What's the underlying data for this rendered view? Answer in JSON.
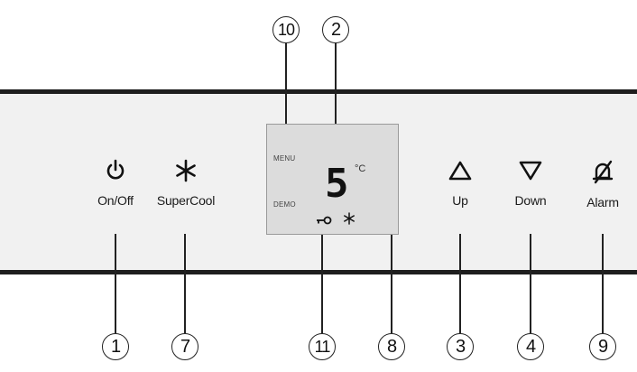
{
  "buttons": {
    "onoff": {
      "label": "On/Off",
      "icon": "power-icon"
    },
    "supercool": {
      "label": "SuperCool",
      "icon": "snowflake-icon"
    },
    "up": {
      "label": "Up",
      "icon": "triangle-up-icon"
    },
    "down": {
      "label": "Down",
      "icon": "triangle-down-icon"
    },
    "alarm": {
      "label": "Alarm",
      "icon": "alarm-off-icon"
    }
  },
  "display": {
    "menu_label": "MENU",
    "demo_label": "DEMO",
    "temperature": "5",
    "unit": "°C",
    "icons": [
      "key-icon",
      "snowflake-icon"
    ]
  },
  "callouts": {
    "c1": "1",
    "c2": "2",
    "c3": "3",
    "c4": "4",
    "c7": "7",
    "c8": "8",
    "c9": "9",
    "c10": "10",
    "c11": "11"
  },
  "colors": {
    "panel": "#f1f1f1",
    "rail": "#1e1e1e",
    "display": "#dcdcdc",
    "ink": "#1a1a1a"
  }
}
